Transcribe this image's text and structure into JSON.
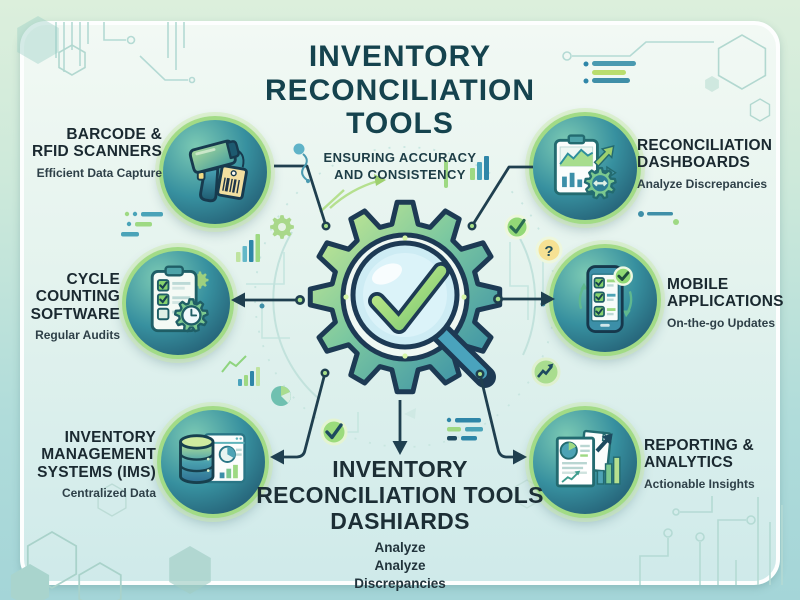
{
  "header": {
    "title": "INVENTORY\nRECONCILIATION\nTOOLS",
    "subtitle": "ENSURING ACCURACY\nAND CONSISTENCY"
  },
  "nodes": [
    {
      "id": "barcode-rfid-scanners",
      "title": "BARCODE &\nRFID SCANNERS",
      "subtitle": "Efficient Data Capture",
      "icon": "barcode-scanner-icon",
      "side": "left"
    },
    {
      "id": "cycle-counting-software",
      "title": "CYCLE\nCOUNTING\nSOFTWARE",
      "subtitle": "Regular Audits",
      "icon": "clipboard-checklist-icon",
      "side": "left"
    },
    {
      "id": "inventory-management-systems",
      "title": "INVENTORY\nMANAGEMENT\nSYSTEMS (IMS)",
      "subtitle": "Centralized Data",
      "icon": "database-dashboard-icon",
      "side": "left"
    },
    {
      "id": "reconciliation-dashboards",
      "title": "RECONCILIATION\nDASHBOARDS",
      "subtitle": "Analyze Discrepancies",
      "icon": "dashboard-chart-icon",
      "side": "right"
    },
    {
      "id": "mobile-applications",
      "title": "MOBILE\nAPPLICATIONS",
      "subtitle": "On-the-go Updates",
      "icon": "mobile-checklist-icon",
      "side": "right"
    },
    {
      "id": "reporting-analytics",
      "title": "REPORTING &\nANALYTICS",
      "subtitle": "Actionable Insights",
      "icon": "report-analytics-icon",
      "side": "right"
    }
  ],
  "center": {
    "icon": "gear-magnifier-check-icon"
  },
  "footer": {
    "title": "INVENTORY\nRECONCILIATION TOOLS\nDASHIARDS",
    "lines": [
      "Analyze",
      "Analyze",
      "Discrepancies"
    ]
  },
  "badges": {
    "question_mark": "?"
  },
  "colors": {
    "accent_green": "#9edb84",
    "accent_teal": "#2e86a8",
    "dark_outline": "#1d3a54",
    "title_text": "#15434e",
    "connector": "#1f3f4f",
    "panel_border": "#ffffff",
    "bg_top": "#dcefdc",
    "bg_bottom": "#a4d5d8",
    "badge_yellow": "#f6e193"
  }
}
